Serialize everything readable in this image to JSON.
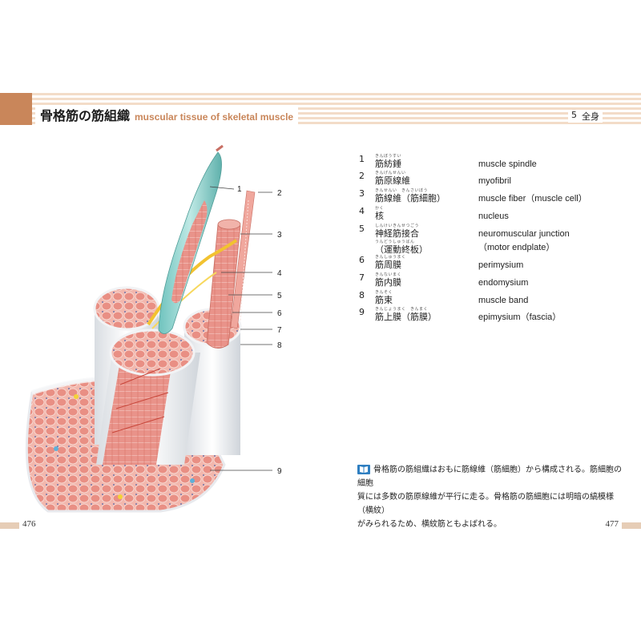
{
  "header": {
    "title_jp": "骨格筋の筋組織",
    "title_en": "muscular tissue of skeletal muscle",
    "section_number": "5",
    "section_name": "全身"
  },
  "figure": {
    "callouts": [
      "1",
      "2",
      "3",
      "4",
      "5",
      "6",
      "7",
      "8",
      "9"
    ]
  },
  "legend": [
    {
      "num": "1",
      "ruby": "きんぼうすい",
      "jp": "筋紡錘",
      "en": "muscle spindle"
    },
    {
      "num": "2",
      "ruby": "きんげんせんい",
      "jp": "筋原線維",
      "en": "myofibril"
    },
    {
      "num": "3",
      "ruby": "きんせんい　きんさいぼう",
      "jp": "筋線維（筋細胞）",
      "en": "muscle fiber（muscle cell）"
    },
    {
      "num": "4",
      "ruby": "かく",
      "jp": "核",
      "en": "nucleus"
    },
    {
      "num": "5",
      "ruby": "しんけいきんせつごう",
      "jp": "神経筋接合",
      "en": "neuromuscular junction",
      "ruby2": "うんどうしゅうばん",
      "jp2": "（運動終板）",
      "en2": "（motor endplate）"
    },
    {
      "num": "6",
      "ruby": "きんしゅうまく",
      "jp": "筋周膜",
      "en": "perimysium"
    },
    {
      "num": "7",
      "ruby": "きんないまく",
      "jp": "筋内膜",
      "en": "endomysium"
    },
    {
      "num": "8",
      "ruby": "きんそく",
      "jp": "筋束",
      "en": "muscle band"
    },
    {
      "num": "9",
      "ruby": "きんじょうまく　きんまく",
      "jp": "筋上膜（筋膜）",
      "en": "epimysium（fascia）"
    }
  ],
  "note": {
    "line1": "骨格筋の筋組織はおもに筋線維（筋細胞）から構成される。筋細胞の細胞",
    "line2": "質には多数の筋原線維が平行に走る。骨格筋の筋細胞には明暗の縞模様（横紋）",
    "line3": "がみられるため、横紋筋ともよばれる。"
  },
  "pages": {
    "left": "476",
    "right": "477"
  },
  "colors": {
    "accent": "#c9865a",
    "stripe": "#f3dcc8",
    "muscle": "#e88e84",
    "fascia": "#eef0f2",
    "nerve": "#f2c230",
    "spindle": "#8fd3cf"
  }
}
